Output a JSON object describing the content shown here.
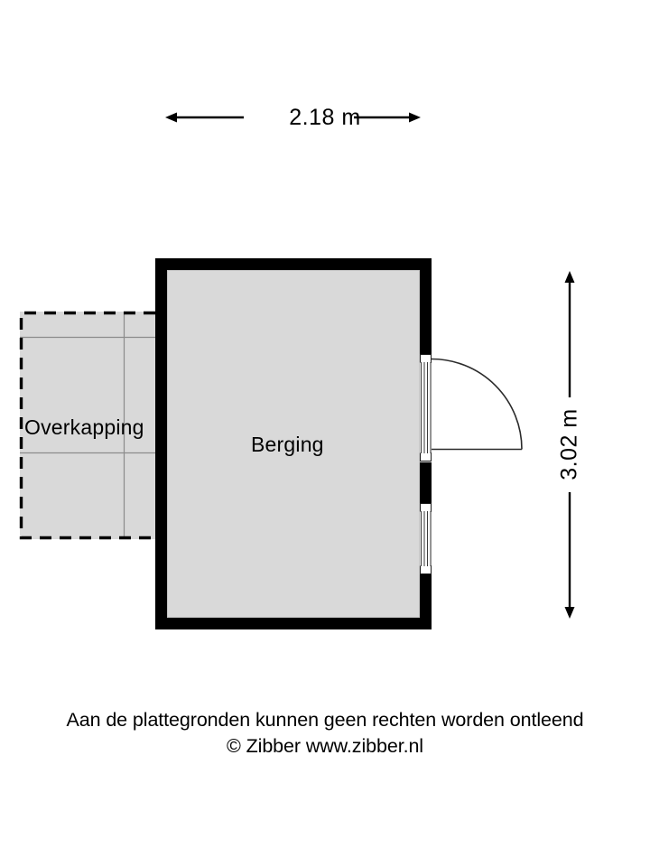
{
  "plan": {
    "background_color": "#ffffff",
    "wall_color": "#000000",
    "floor_fill_color": "#d9d9d9",
    "grid_line_color": "#8c8c8c",
    "rooms": [
      {
        "name": "Berging",
        "type": "enclosed",
        "outline": "solid-thick-wall"
      },
      {
        "name": "Overkapping",
        "type": "covered-outdoor",
        "outline": "dashed"
      }
    ],
    "openings": [
      {
        "name": "door",
        "wall": "right",
        "swing": "outward-right",
        "hinge": "top"
      },
      {
        "name": "window",
        "wall": "right"
      }
    ]
  },
  "dimensions": {
    "width_label": "2.18 m",
    "height_label": "3.02 m"
  },
  "labels": {
    "room_overkapping": "Overkapping",
    "room_berging": "Berging"
  },
  "footer": {
    "line1": "Aan de plattegronden kunnen geen rechten worden ontleend",
    "line2": "© Zibber www.zibber.nl"
  }
}
